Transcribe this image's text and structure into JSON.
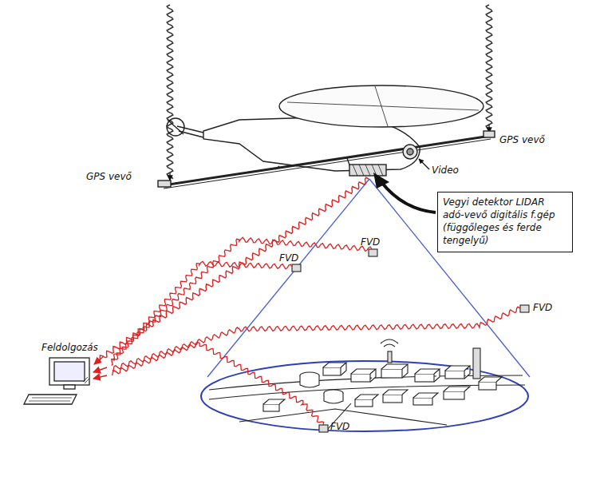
{
  "diagram": {
    "nodes": [
      {
        "text": [
          "Vegyi detektor LIDAR adó-vevő digitális f.gép (függőleges és ferde tengelyű)"
        ]
      }
    ],
    "labels": [
      "GPS vevő",
      "GPS vevő",
      "Video",
      "Feldolgozás",
      "FVD",
      "FVD",
      "FVD",
      "FVD"
    ]
  }
}
